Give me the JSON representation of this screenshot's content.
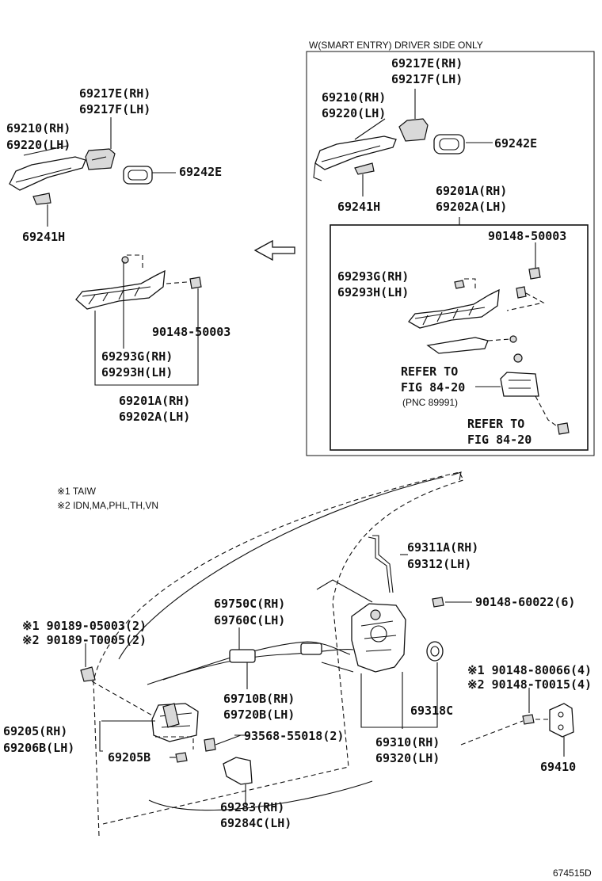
{
  "smart_entry_box": {
    "title": "W(SMART ENTRY) DRIVER SIDE ONLY",
    "labels": {
      "p69217E": "69217E(RH)",
      "p69217F": "69217F(LH)",
      "p69210": "69210(RH)",
      "p69220": "69220(LH)",
      "p69242E": "69242E",
      "p69241H": "69241H",
      "p69201A": "69201A(RH)",
      "p69202A": "69202A(LH)",
      "p90148_50003": "90148-50003",
      "p69293G": "69293G(RH)",
      "p69293H": "69293H(LH)",
      "refer1_a": "REFER TO",
      "refer1_b": "FIG 84-20",
      "refer1_c": "(PNC 89991)",
      "refer2_a": "REFER TO",
      "refer2_b": "FIG 84-20"
    }
  },
  "left_group": {
    "labels": {
      "p69217E": "69217E(RH)",
      "p69217F": "69217F(LH)",
      "p69210": "69210(RH)",
      "p69220": "69220(LH)",
      "p69242E": "69242E",
      "p69241H": "69241H",
      "p90148_50003": "90148-50003",
      "p69293G": "69293G(RH)",
      "p69293H": "69293H(LH)",
      "p69201A": "69201A(RH)",
      "p69202A": "69202A(LH)"
    }
  },
  "notes": {
    "n1": "※1 TAIW",
    "n2": "※2 IDN,MA,PHL,TH,VN"
  },
  "door_group": {
    "labels": {
      "p69311A": "69311A(RH)",
      "p69312": "69312(LH)",
      "p69750C": "69750C(RH)",
      "p69760C": "69760C(LH)",
      "p90148_60022": "90148-60022(6)",
      "p90189_05003": "※1 90189-05003(2)",
      "p90189_T0005": "※2 90189-T0005(2)",
      "p90148_80066": "※1 90148-80066(4)",
      "p90148_T0015": "※2 90148-T0015(4)",
      "p69710B": "69710B(RH)",
      "p69720B": "69720B(LH)",
      "p69318C": "69318C",
      "p69205": "69205(RH)",
      "p69206B": "69206B(LH)",
      "p93568": "93568-55018(2)",
      "p69205B": "69205B",
      "p69310": "69310(RH)",
      "p69320": "69320(LH)",
      "p69410": "69410",
      "p69283": "69283(RH)",
      "p69284C": "69284C(LH)"
    }
  },
  "figure_id": "674515D"
}
